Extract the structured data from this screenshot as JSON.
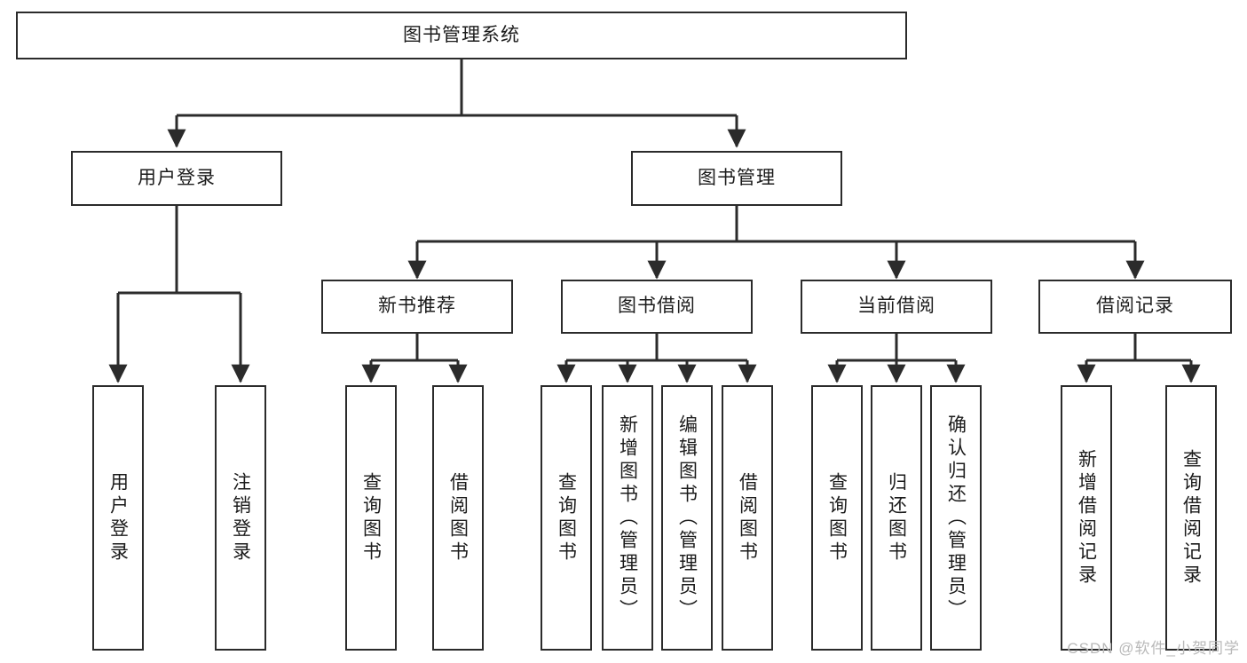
{
  "diagram": {
    "title": "图书管理系统",
    "type": "tree",
    "watermark": "CSDN @软件_小贺同学",
    "colors": {
      "box_border": "#2b2b2b",
      "box_fill": "#ffffff",
      "connector": "#2b2b2b",
      "text": "#1b1b1b",
      "watermark": "#b9b9b9"
    },
    "nodes": {
      "root": "图书管理系统",
      "level2": [
        "用户登录",
        "图书管理"
      ],
      "level3": [
        "新书推荐",
        "图书借阅",
        "当前借阅",
        "借阅记录"
      ],
      "leaves": {
        "user_login": [
          "用户登录",
          "注销登录"
        ],
        "new_book_recommend": [
          "查询图书",
          "借阅图书"
        ],
        "book_borrow": [
          "查询图书",
          "新增图书（管理员）",
          "编辑图书（管理员）",
          "借阅图书"
        ],
        "current_borrow": [
          "查询图书",
          "归还图书",
          "确认归还（管理员）"
        ],
        "borrow_record": [
          "新增借阅记录",
          "查询借阅记录"
        ]
      }
    }
  }
}
